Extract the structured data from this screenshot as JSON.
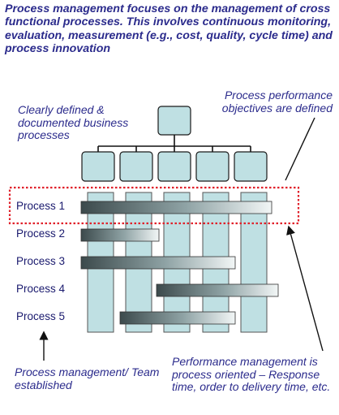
{
  "heading": "Process management focuses on the management of cross functional processes. This involves continuous monitoring, evaluation, measurement (e.g., cost, quality, cycle time) and process innovation",
  "notes": {
    "top_left": "Clearly defined & documented business processes",
    "top_right": "Process performance objectives are defined",
    "bottom_left": "Process management/ Team established",
    "bottom_right": "Performance management is process oriented – Response time, order to delivery time, etc."
  },
  "processes": [
    {
      "label": "Process 1"
    },
    {
      "label": "Process 2"
    },
    {
      "label": "Process 3"
    },
    {
      "label": "Process 4"
    },
    {
      "label": "Process 5"
    }
  ],
  "colors": {
    "text": "#2b2b8c",
    "box_fill": "#bfe0e3",
    "box_border": "#1a1a1a",
    "highlight_border": "#e0202a",
    "bar_dark": "#3c4a4c",
    "bar_light": "#f2f6f6"
  }
}
